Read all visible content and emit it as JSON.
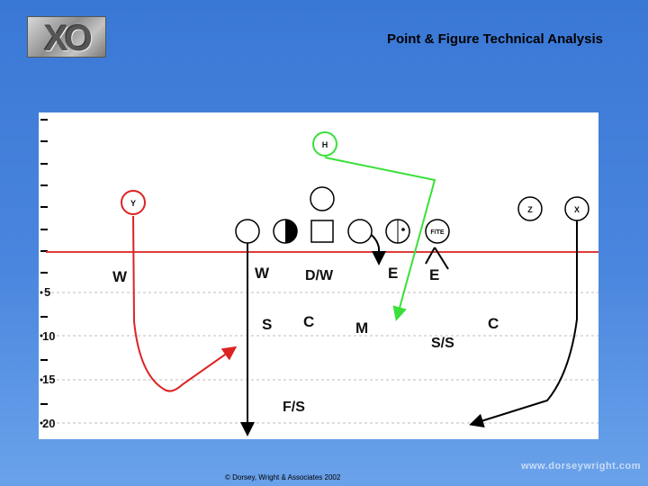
{
  "logo": {
    "text": "XO"
  },
  "title": "Point & Figure Technical Analysis",
  "field": {
    "yard_labels": [
      "5",
      "10",
      "15",
      "20"
    ],
    "offense": [
      "H",
      "Y",
      "Z",
      "X",
      "F/TE"
    ],
    "defense": [
      "W",
      "W",
      "D/W",
      "E",
      "E",
      "S",
      "C",
      "M",
      "C",
      "S/S",
      "F/S"
    ]
  },
  "colors": {
    "scrimmage_line": "#e03a3a",
    "route_green": "#39e03a",
    "route_red": "#dc2323",
    "route_black": "#000000"
  },
  "footer": {
    "copyright": "© Dorsey, Wright & Associates 2002",
    "website": "www.dorseywright.com"
  }
}
